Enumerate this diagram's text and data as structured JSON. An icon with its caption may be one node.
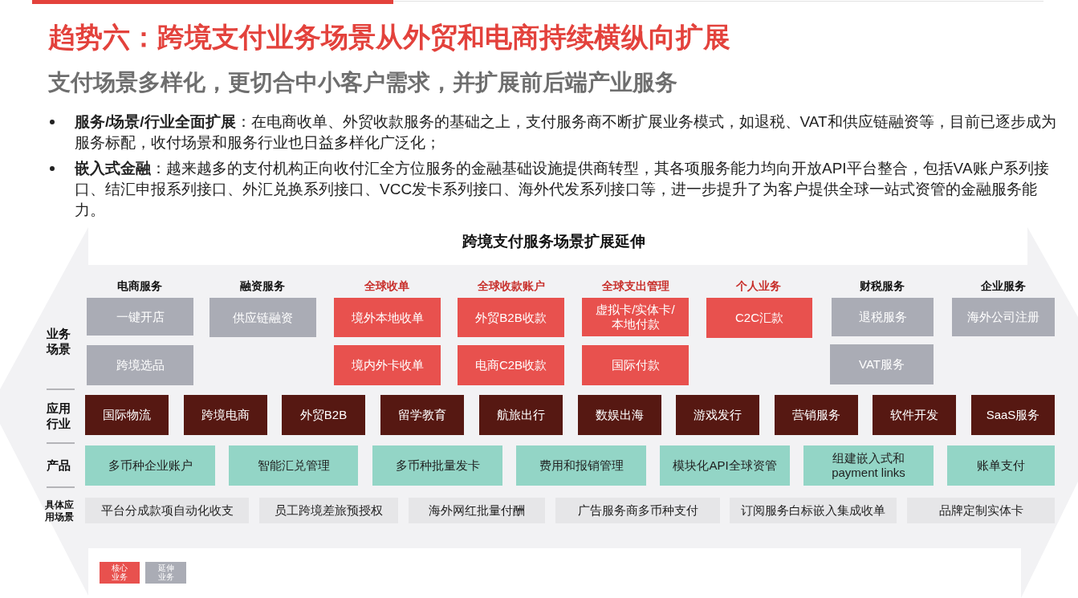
{
  "diagram": {
    "title": "趋势六：跨境支付业务场景从外贸和电商持续横纵向扩展",
    "nodes": [
      {
        "text": [
          "一键开店"
        ]
      },
      {
        "text": [
          "供应链融资"
        ]
      },
      {
        "text": [
          "境外本地收单"
        ]
      },
      {
        "text": [
          "外贸B2B收款"
        ]
      },
      {
        "text": [
          "虚拟卡/实体卡/本地付款"
        ]
      },
      {
        "text": [
          "C2C汇款"
        ]
      },
      {
        "text": [
          "退税服务"
        ]
      },
      {
        "text": [
          "海外公司注册"
        ]
      },
      {
        "text": [
          "跨境选品"
        ]
      },
      {
        "text": [
          "境内外卡收单"
        ]
      },
      {
        "text": [
          "电商C2B收款"
        ]
      },
      {
        "text": [
          "国际付款"
        ]
      },
      {
        "text": [
          "VAT服务"
        ]
      },
      {
        "text": [
          "国际物流"
        ]
      },
      {
        "text": [
          "跨境电商"
        ]
      },
      {
        "text": [
          "外贸B2B"
        ]
      },
      {
        "text": [
          "留学教育"
        ]
      },
      {
        "text": [
          "航旅出行"
        ]
      },
      {
        "text": [
          "数娱出海"
        ]
      },
      {
        "text": [
          "游戏发行"
        ]
      },
      {
        "text": [
          "营销服务"
        ]
      },
      {
        "text": [
          "软件开发"
        ]
      },
      {
        "text": [
          "SaaS服务"
        ]
      },
      {
        "text": [
          "多币种企业账户"
        ]
      },
      {
        "text": [
          "智能汇兑管理"
        ]
      },
      {
        "text": [
          "多币种批量发卡"
        ]
      },
      {
        "text": [
          "费用和报销管理"
        ]
      },
      {
        "text": [
          "模块化API全球资管"
        ]
      },
      {
        "text": [
          "组建嵌入式和payment links"
        ]
      },
      {
        "text": [
          "账单支付"
        ]
      },
      {
        "text": [
          "平台分成款项自动化收支"
        ]
      },
      {
        "text": [
          "员工跨境差旅预授权"
        ]
      },
      {
        "text": [
          "海外网红批量付酬"
        ]
      },
      {
        "text": [
          "广告服务商多币种支付"
        ]
      },
      {
        "text": [
          "订阅服务白标嵌入集成收单"
        ]
      },
      {
        "text": [
          "品牌定制实体卡"
        ]
      }
    ],
    "labels": [
      "支付场景多样化，更切合中小客户需求，并扩展前后端产业服务",
      "**服务/场景/行业全面扩展**：在电商收单、外贸收款服务的基础之上，支付服务商不断扩展业务模式，如退税、VAT和供应链融资等，目前已逐步成为服务标配，收付场景和服务行业也日益多样化广泛化；",
      "**嵌入式金融**：越来越多的支付机构正向收付汇全方位服务的金融基础设施提供商转型，其各项服务能力均向开放API平台整合，包括VA账户系列接口、结汇申报系列接口、外汇兑换系列接口、VCC发卡系列接口、海外代发系列接口等，进一步提升了为客户提供全球一站式资管的金融服务能力。",
      "跨境支付服务场景扩展延伸",
      "电商服务",
      "融资服务",
      "全球收单",
      "全球收款账户",
      "全球支出管理",
      "个人业务",
      "财税服务",
      "企业服务",
      "业务场景",
      "应用行业",
      "产品",
      "具体应用场景"
    ],
    "legend": [
      {
        "text": "核心业务",
        "color": "#e8514e"
      },
      {
        "text": "延伸业务",
        "color": "#aaacb5"
      }
    ]
  }
}
